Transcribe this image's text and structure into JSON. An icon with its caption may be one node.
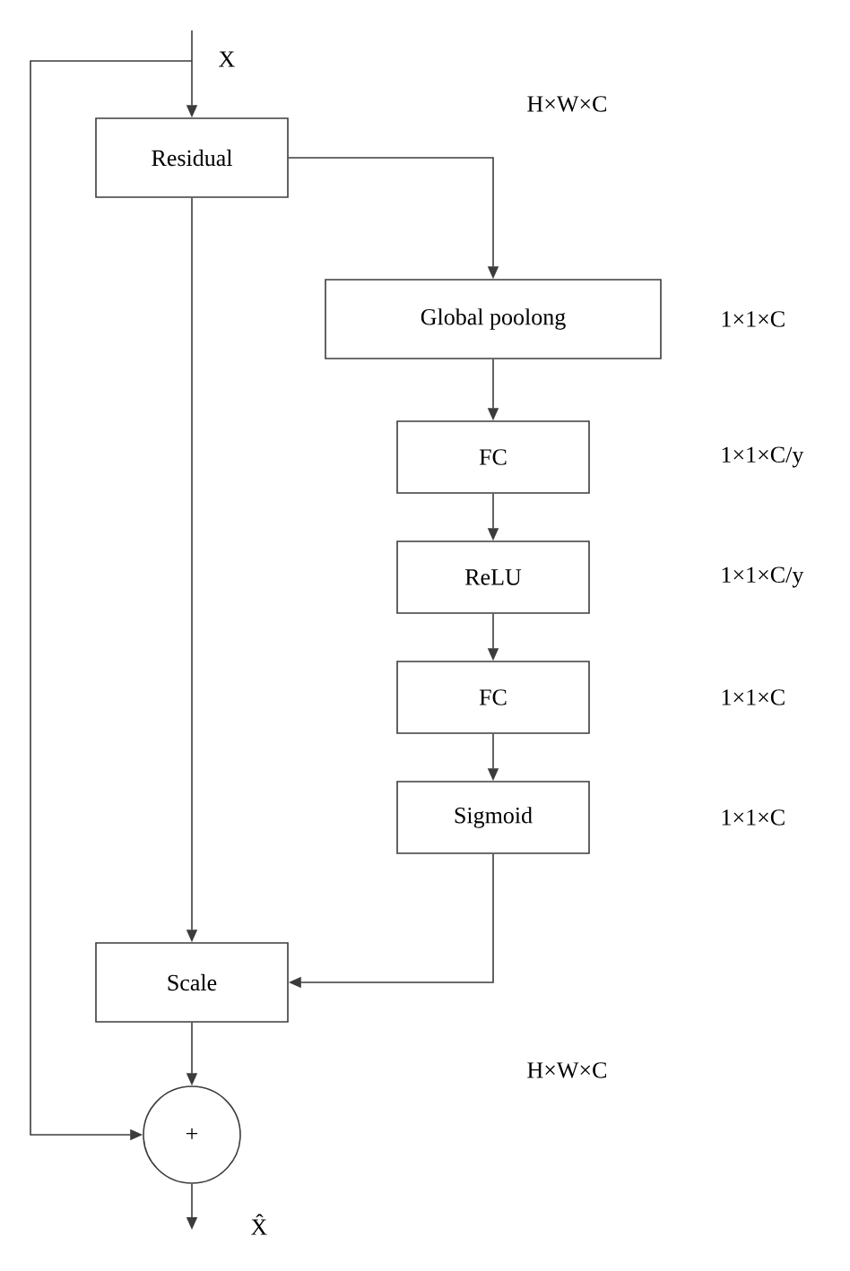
{
  "diagram": {
    "nodes": [
      {
        "text": [
          "Residual"
        ]
      },
      {
        "text": [
          "Global poolong"
        ]
      },
      {
        "text": [
          "FC"
        ]
      },
      {
        "text": [
          "ReLU"
        ]
      },
      {
        "text": [
          "FC"
        ]
      },
      {
        "text": [
          "Sigmoid"
        ]
      },
      {
        "text": [
          "Scale"
        ]
      },
      {
        "text": [
          "+"
        ]
      }
    ],
    "edges": [
      {
        "from": null,
        "to": 0,
        "arrow": "to"
      },
      {
        "from": null,
        "to": 7,
        "arrow": "to"
      },
      {
        "from": 0,
        "to": 1,
        "arrow": "to"
      },
      {
        "from": 1,
        "to": 2,
        "arrow": "to"
      },
      {
        "from": 2,
        "to": 3,
        "arrow": "to"
      },
      {
        "from": 3,
        "to": 4,
        "arrow": "to"
      },
      {
        "from": 4,
        "to": 5,
        "arrow": "to"
      },
      {
        "from": 5,
        "to": 6,
        "arrow": "to"
      },
      {
        "from": 0,
        "to": 6,
        "arrow": "to"
      },
      {
        "from": 6,
        "to": 7,
        "arrow": "to"
      },
      {
        "from": 7,
        "to": null,
        "arrow": "to"
      }
    ],
    "labels": [
      "X",
      "H×W×C",
      "1×1×C",
      "1×1×C/y",
      "1×1×C/y",
      "1×1×C",
      "1×1×C",
      "H×W×C",
      "X̂"
    ]
  }
}
